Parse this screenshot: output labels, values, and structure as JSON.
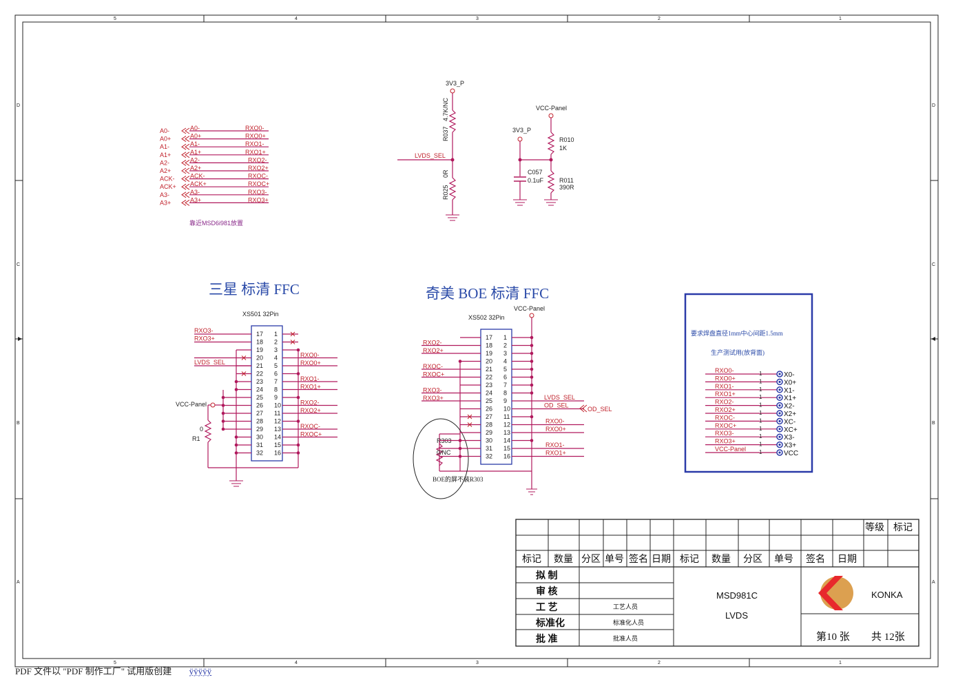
{
  "frame": {
    "col_labels": [
      "5",
      "4",
      "3",
      "2",
      "1"
    ],
    "row_labels": [
      "D",
      "C",
      "B",
      "A"
    ]
  },
  "top_left": {
    "outer_labels": [
      "A0-",
      "A0+",
      "A1-",
      "A1+",
      "A2-",
      "A2+",
      "ACK-",
      "ACK+",
      "A3-",
      "A3+"
    ],
    "inner_labels": [
      "A0-",
      "A0+",
      "A1-",
      "A1+",
      "A2-",
      "A2+",
      "ACK-",
      "ACK+",
      "A3-",
      "A3+"
    ],
    "right_labels": [
      "RXO0-",
      "RXO0+",
      "RXO1-",
      "RXO1+",
      "RXO2-",
      "RXO2+",
      "RXOC-",
      "RXOC+",
      "RXO3-",
      "RXO3+"
    ],
    "note": "靠近MSD6i981放置"
  },
  "top_mid": {
    "supply": "3V3_P",
    "r037_ref": "R037",
    "r037_val": "4.7K/NC",
    "net": "LVDS_SEL",
    "r025_ref": "R025",
    "r025_val": "0R"
  },
  "top_right": {
    "vcc": "VCC-Panel",
    "supply": "3V3_P",
    "r010_ref": "R010",
    "r010_val": "1K",
    "c057_ref": "C057",
    "c057_val": "0.1uF",
    "r011_ref": "R011",
    "r011_val": "390R"
  },
  "samsung": {
    "title": "三星 标清 FFC",
    "conn": "XS501 32Pin",
    "left_pins": [
      "17",
      "18",
      "19",
      "20",
      "21",
      "22",
      "23",
      "24",
      "25",
      "26",
      "27",
      "28",
      "29",
      "30",
      "31",
      "32"
    ],
    "right_pins": [
      "1",
      "2",
      "3",
      "4",
      "5",
      "6",
      "7",
      "8",
      "9",
      "10",
      "11",
      "12",
      "13",
      "14",
      "15",
      "16"
    ],
    "left_nets": [
      "RXO3-",
      "RXO3+",
      "LVDS_SEL"
    ],
    "right_nets": [
      "RXO0-",
      "RXO0+",
      "RXO1-",
      "RXO1+",
      "RXO2-",
      "RXO2+",
      "RXOC-",
      "RXOC+"
    ],
    "vcc": "VCC-Panel",
    "r1_val": "0",
    "r1_ref": "R1"
  },
  "boe": {
    "title": "奇美 BOE 标清 FFC",
    "conn": "XS502 32Pin",
    "vcc": "VCC-Panel",
    "left_pins": [
      "17",
      "18",
      "19",
      "20",
      "21",
      "22",
      "23",
      "24",
      "25",
      "26",
      "27",
      "28",
      "29",
      "30",
      "31",
      "32"
    ],
    "right_pins": [
      "1",
      "2",
      "3",
      "4",
      "5",
      "6",
      "7",
      "8",
      "9",
      "10",
      "11",
      "12",
      "13",
      "14",
      "15",
      "16"
    ],
    "left_nets": [
      "RXO2-",
      "RXO2+",
      "RXOC-",
      "RXOC+",
      "RXO3-",
      "RXO3+"
    ],
    "right_nets": [
      "LVDS_SEL",
      "OD_SEL",
      "RXO0-",
      "RXO0+",
      "RXO1-",
      "RXO1+"
    ],
    "od_port": "OD_SEL",
    "r303_ref": "R303",
    "r303_val": "0/NC",
    "note": "BOE的屏不装R303"
  },
  "testpad": {
    "note1": "要求焊盘直径1mm中心间距1.5mm",
    "note2": "生产测试用(放背面)",
    "nets": [
      "RXO0-",
      "RXO0+",
      "RXO1-",
      "RXO1+",
      "RXO2-",
      "RXO2+",
      "RXOC-",
      "RXOC+",
      "RXO3-",
      "RXO3+",
      "VCC-Panel"
    ],
    "pins": [
      "1",
      "1",
      "1",
      "1",
      "1",
      "1",
      "1",
      "1",
      "1",
      "1",
      "1"
    ],
    "pads": [
      "X0-",
      "X0+",
      "X1-",
      "X1+",
      "X2-",
      "X2+",
      "XC-",
      "XC+",
      "X3-",
      "X3+",
      "VCC"
    ]
  },
  "title_block": {
    "grade": "等级",
    "mark": "标记",
    "header": [
      "标记",
      "数量",
      "分区",
      "单号",
      "签名",
      "日期",
      "标记",
      "数量",
      "分区",
      "单号",
      "签名",
      "日期"
    ],
    "roles": [
      "拟 制",
      "审 核",
      "工 艺",
      "标准化",
      "批 准"
    ],
    "people": [
      "",
      "",
      "工艺人员",
      "标准化人员",
      "批准人员"
    ],
    "project": "MSD981C",
    "sheet_title": "LVDS",
    "company": "KONKA",
    "sheet_no": "第10 张",
    "sheet_total": "共 12张",
    "colors": {
      "logo_red": "#e8282c",
      "logo_gold": "#dca050"
    }
  },
  "footer": {
    "text": "PDF 文件以 \"PDF 制作工厂\" 试用版创建",
    "link": "ÿÿÿÿÿ"
  }
}
